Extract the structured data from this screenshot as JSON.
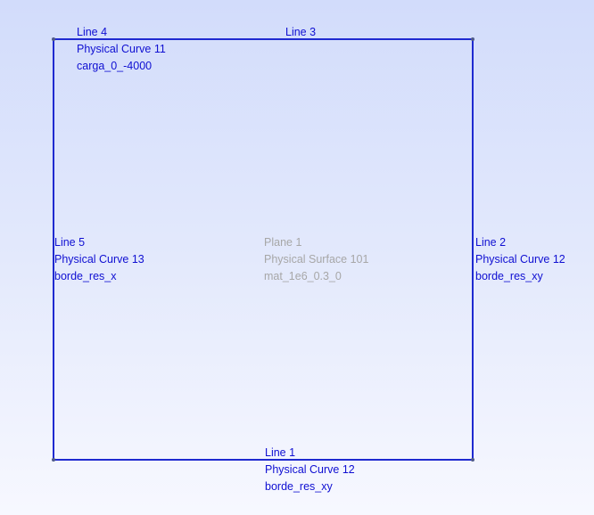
{
  "colors": {
    "curve": "#1f2ad0",
    "curve_text": "#0f0fd2",
    "surface_text": "#a7a7a7",
    "point": "#4f5a8a"
  },
  "surface": {
    "name": "Plane 1",
    "physical": "Physical Surface 101",
    "material": "mat_1e6_0.3_0"
  },
  "curves": {
    "line1": {
      "name": "Line 1",
      "physical": "Physical Curve 12",
      "tag": "borde_res_xy"
    },
    "line2": {
      "name": "Line 2",
      "physical": "Physical Curve 12",
      "tag": "borde_res_xy"
    },
    "line3": {
      "name": "Line 3"
    },
    "line4": {
      "name": "Line 4",
      "physical": "Physical Curve 11",
      "tag": "carga_0_-4000"
    },
    "line5": {
      "name": "Line 5",
      "physical": "Physical Curve 13",
      "tag": "borde_res_x"
    }
  }
}
